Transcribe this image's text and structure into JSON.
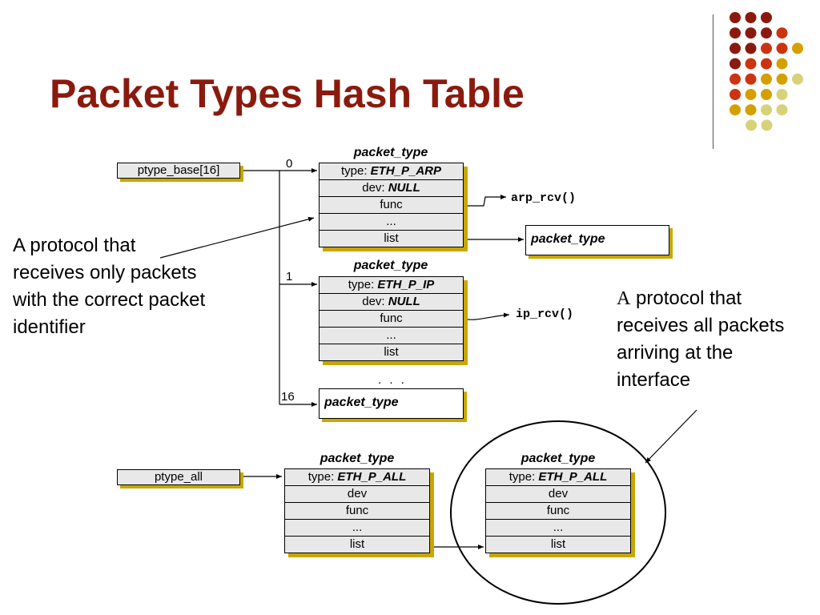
{
  "slide": {
    "title": "Packet Types Hash Table"
  },
  "decoration": {
    "dot_colors": {
      "dark": "#8b1a0e",
      "red": "#cc3311",
      "orange": "#d4a000",
      "light": "#d7d27a"
    }
  },
  "ptype_base": {
    "label": "ptype_base[16]",
    "index_labels": [
      "0",
      "1",
      "16"
    ],
    "ellipsis": ". . ."
  },
  "ptype_all": {
    "label": "ptype_all"
  },
  "structs": [
    {
      "title": "packet_type",
      "type_prefix": "type: ",
      "type_value": "ETH_P_ARP",
      "dev_prefix": "dev: ",
      "dev_value": "NULL",
      "func": "func",
      "dots": "...",
      "list": "list"
    },
    {
      "title": "packet_type",
      "type_prefix": "type: ",
      "type_value": "ETH_P_IP",
      "dev_prefix": "dev: ",
      "dev_value": "NULL",
      "func": "func",
      "dots": "...",
      "list": "list"
    },
    {
      "title": "packet_type",
      "type_prefix": "type: ",
      "type_value": "ETH_P_ALL",
      "dev": "dev",
      "func": "func",
      "dots": "...",
      "list": "list"
    },
    {
      "title": "packet_type",
      "type_prefix": "type: ",
      "type_value": "ETH_P_ALL",
      "dev": "dev",
      "func": "func",
      "dots": "...",
      "list": "list"
    }
  ],
  "single_boxes": {
    "arp_next": "packet_type",
    "bucket16": "packet_type"
  },
  "functions": {
    "arp": "arp_rcv()",
    "ip": "ip_rcv()"
  },
  "notes": {
    "left": [
      "A protocol that",
      "receives only packets",
      "with the correct packet",
      "identifier"
    ],
    "right_first": "A",
    "right": [
      " protocol that",
      "receives all packets",
      "arriving at the",
      "interface"
    ]
  }
}
